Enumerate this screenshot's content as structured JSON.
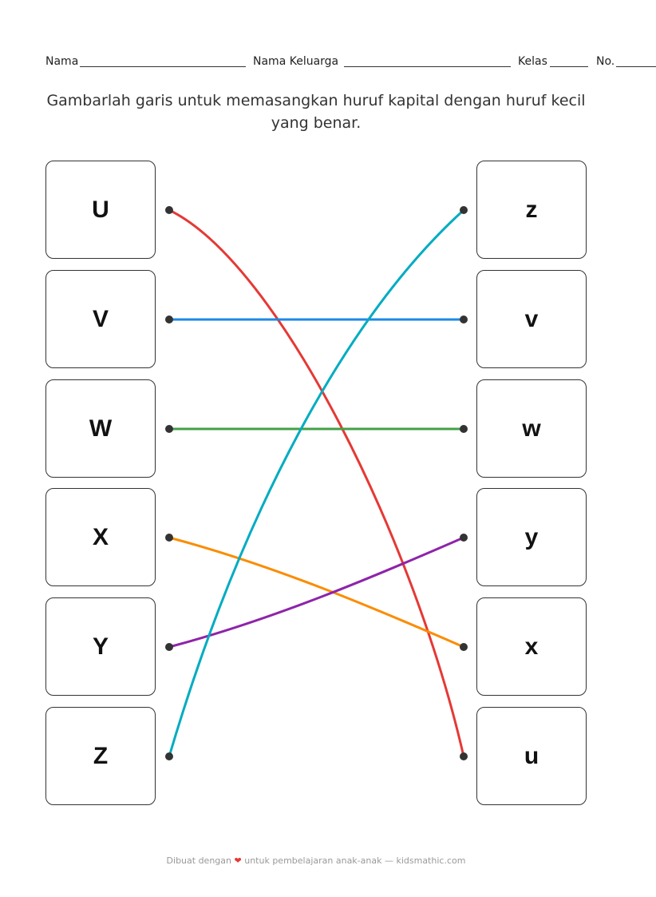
{
  "header": {
    "name_label": "Nama",
    "family_label": "Nama Keluarga",
    "class_label": "Kelas",
    "no_label": "No."
  },
  "instruction": "Gambarlah garis untuk memasangkan huruf kapital dengan huruf kecil yang benar.",
  "left_letters": [
    "U",
    "V",
    "W",
    "X",
    "Y",
    "Z"
  ],
  "right_letters": [
    "z",
    "v",
    "w",
    "y",
    "x",
    "u"
  ],
  "connections": [
    {
      "from": "U",
      "to": "u",
      "color": "#e53935"
    },
    {
      "from": "V",
      "to": "v",
      "color": "#1e88e5"
    },
    {
      "from": "W",
      "to": "w",
      "color": "#43a047"
    },
    {
      "from": "X",
      "to": "x",
      "color": "#fb8c00"
    },
    {
      "from": "Y",
      "to": "y",
      "color": "#8e24aa"
    },
    {
      "from": "Z",
      "to": "z",
      "color": "#00acc1"
    }
  ],
  "footer": {
    "before": "Dibuat dengan",
    "heart": "❤",
    "after": "untuk pembelajaran anak-anak — kidsmathic.com"
  }
}
